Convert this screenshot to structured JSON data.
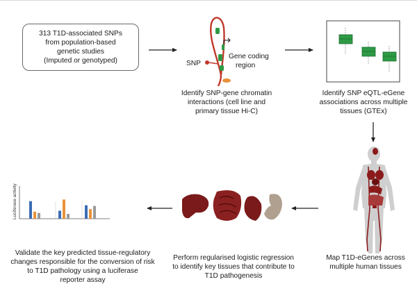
{
  "input_box": {
    "lines": [
      "313 T1D-associated SNPs",
      "from population-based",
      "genetic studies",
      "(Imputed or genotyped)"
    ]
  },
  "chromatin": {
    "snp_label": "SNP",
    "gene_label_lines": [
      "Gene coding",
      "region"
    ],
    "caption_lines": [
      "Identify SNP-gene chromatin",
      "interactions (cell line and",
      "primary tissue Hi-C)"
    ]
  },
  "eqtl": {
    "caption_lines": [
      "Identify SNP eQTL-eGene",
      "associations across multiple",
      "tissues (GTEx)"
    ]
  },
  "map": {
    "caption_lines": [
      "Map T1D-eGenes across",
      "multiple human tissues"
    ]
  },
  "regression": {
    "caption_lines": [
      "Perform regularised logistic regression",
      "to identify key tissues that contribute to",
      "T1D pathogenesis"
    ]
  },
  "luciferase": {
    "ylabel": "Luciferase activity",
    "caption_lines": [
      "Validate the key predicted tissue-regulatory",
      "changes responsible for the conversion of risk",
      "to T1D pathology using a luciferase",
      "reporter assay"
    ],
    "chart_data": {
      "type": "bar",
      "ylabel": "Luciferase activity",
      "groups": 3,
      "series": [
        {
          "color": "#3b6cb5",
          "values": [
            0.55,
            0.25,
            0.42
          ]
        },
        {
          "color": "#e8923a",
          "values": [
            0.22,
            0.6,
            0.3
          ]
        },
        {
          "color": "#9a9a9a",
          "values": [
            0.18,
            0.15,
            0.4
          ]
        }
      ]
    }
  },
  "colors": {
    "arrow": "#222222",
    "tissue": "#7a1a1a",
    "green": "#2e9a45",
    "body": "#cfcfcf"
  }
}
